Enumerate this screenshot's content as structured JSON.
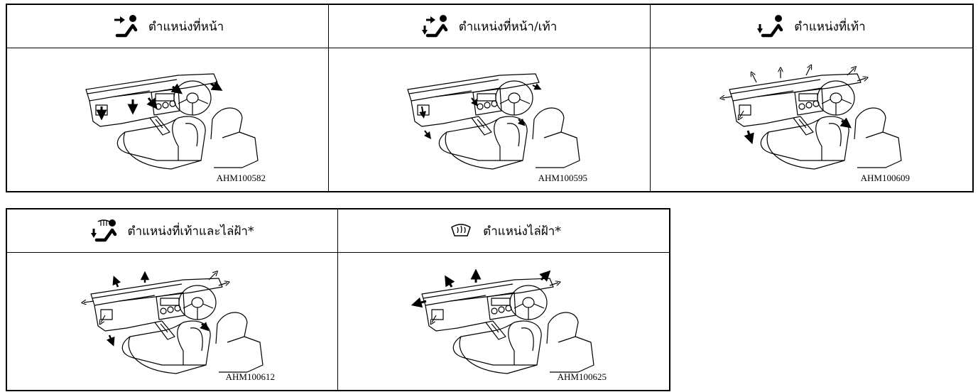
{
  "top_row": [
    {
      "label": "ตำแหน่งที่หน้า",
      "icon": "face-vent-mode-icon",
      "code": "AHM100582"
    },
    {
      "label": "ตำแหน่งที่หน้า/เท้า",
      "icon": "bi-level-mode-icon",
      "code": "AHM100595"
    },
    {
      "label": "ตำแหน่งที่เท้า",
      "icon": "foot-mode-icon",
      "code": "AHM100609"
    }
  ],
  "bottom_row": [
    {
      "label": "ตำแหน่งที่เท้าและไล่ฝ้า*",
      "icon": "foot-defrost-mode-icon",
      "code": "AHM100612"
    },
    {
      "label": "ตำแหน่งไล่ฝ้า*",
      "icon": "defrost-mode-icon",
      "code": "AHM100625"
    }
  ]
}
